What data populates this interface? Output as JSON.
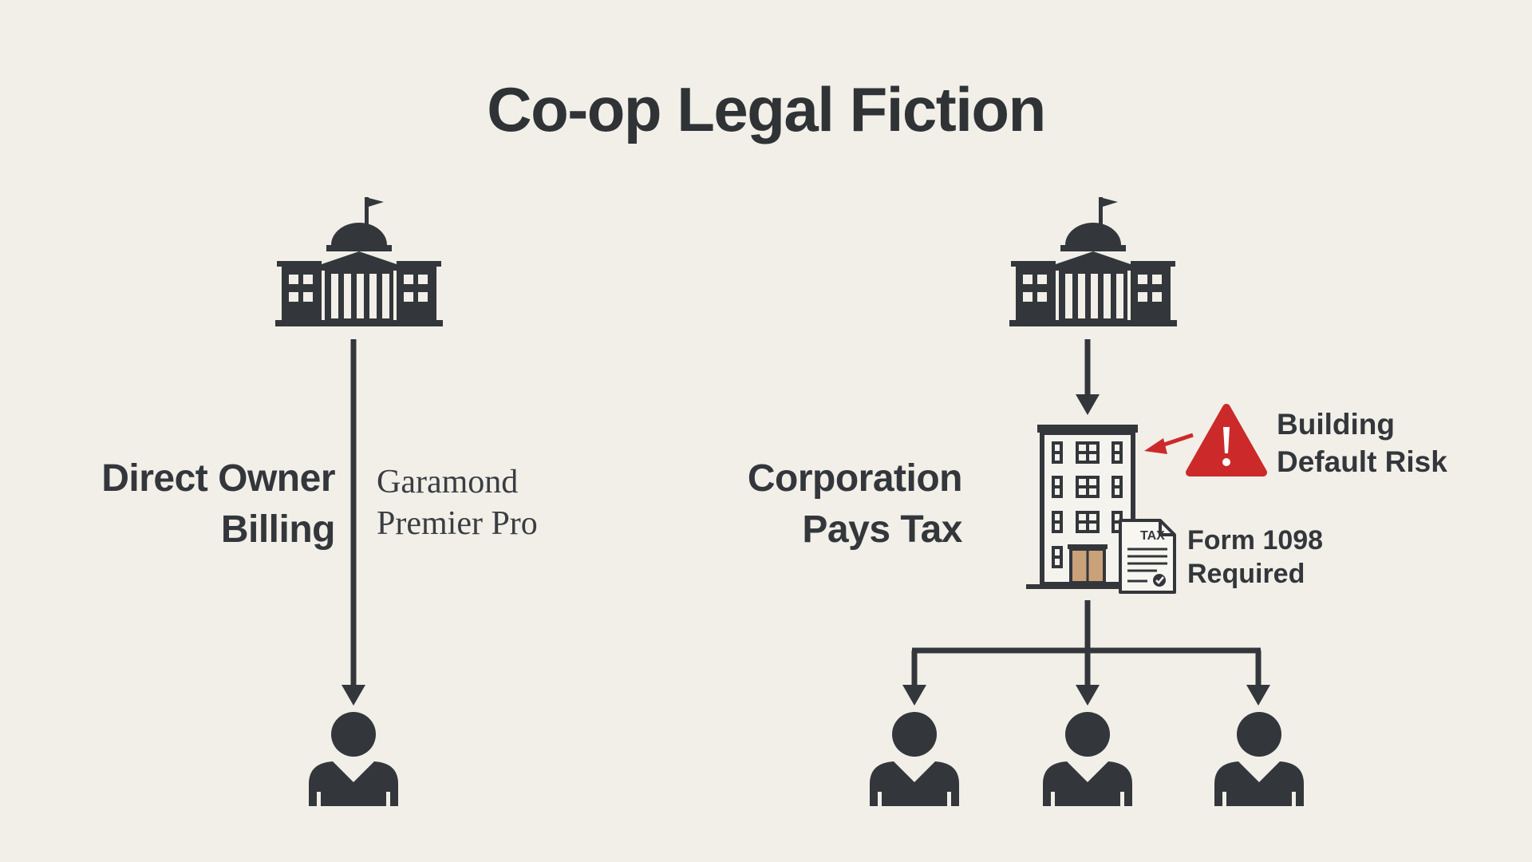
{
  "title": "Co-op Legal Fiction",
  "left_panel": {
    "label_lines": [
      "Direct Owner",
      "Billing"
    ],
    "font_note_lines": [
      "Garamond",
      "Premier Pro"
    ]
  },
  "right_panel": {
    "label_lines": [
      "Corporation",
      "Pays Tax"
    ],
    "risk_lines": [
      "Building",
      "Default Risk"
    ],
    "form_lines": [
      "Form 1098",
      "Required"
    ],
    "tax_tag": "TAX"
  },
  "icons": {
    "government": "government-building-icon",
    "apartment": "apartment-building-icon",
    "warning": "warning-triangle-icon",
    "document": "tax-document-icon",
    "person": "person-icon"
  },
  "colors": {
    "background": "#f1efe8",
    "ink": "#33373b",
    "warning": "#cc2a2a",
    "door": "#c9a27a"
  }
}
